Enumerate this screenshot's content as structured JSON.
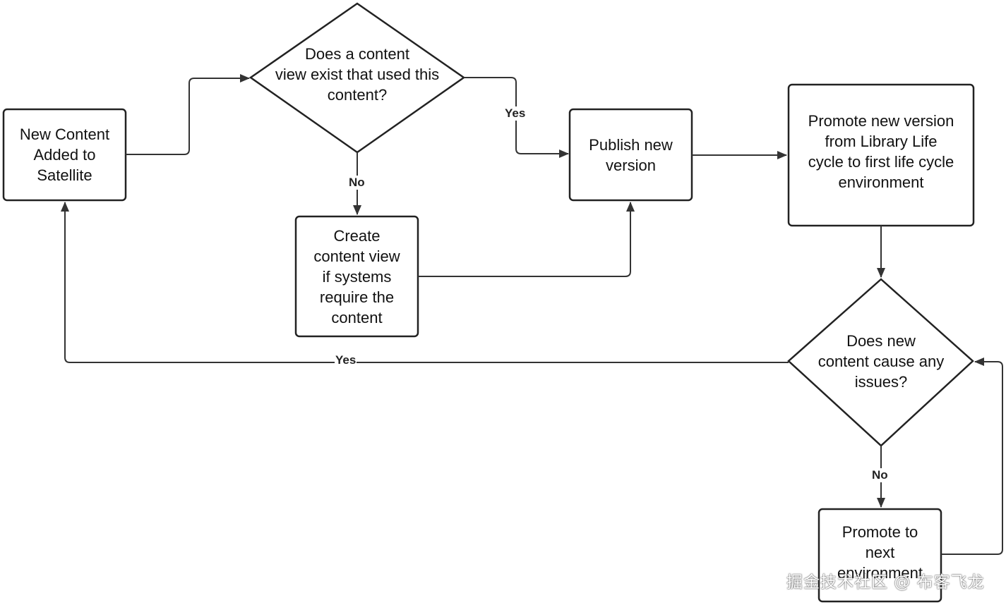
{
  "nodes": {
    "new_content": "New Content\nAdded to\nSatellite",
    "cv_exists": "Does a content\nview exist that used this\ncontent?",
    "create_cv": "Create\ncontent view\nif systems\nrequire the\ncontent",
    "publish": "Publish new\nversion",
    "promote_first": "Promote new version\nfrom Library Life\ncycle to first life cycle\nenvironment",
    "issues": "Does new\ncontent cause any\nissues?",
    "promote_next": "Promote to\nnext\nenvironment"
  },
  "edge_labels": {
    "yes_publish": "Yes",
    "no_create": "No",
    "yes_back": "Yes",
    "no_promote": "No"
  },
  "watermark": "掘金技术社区 @ 布客飞龙"
}
